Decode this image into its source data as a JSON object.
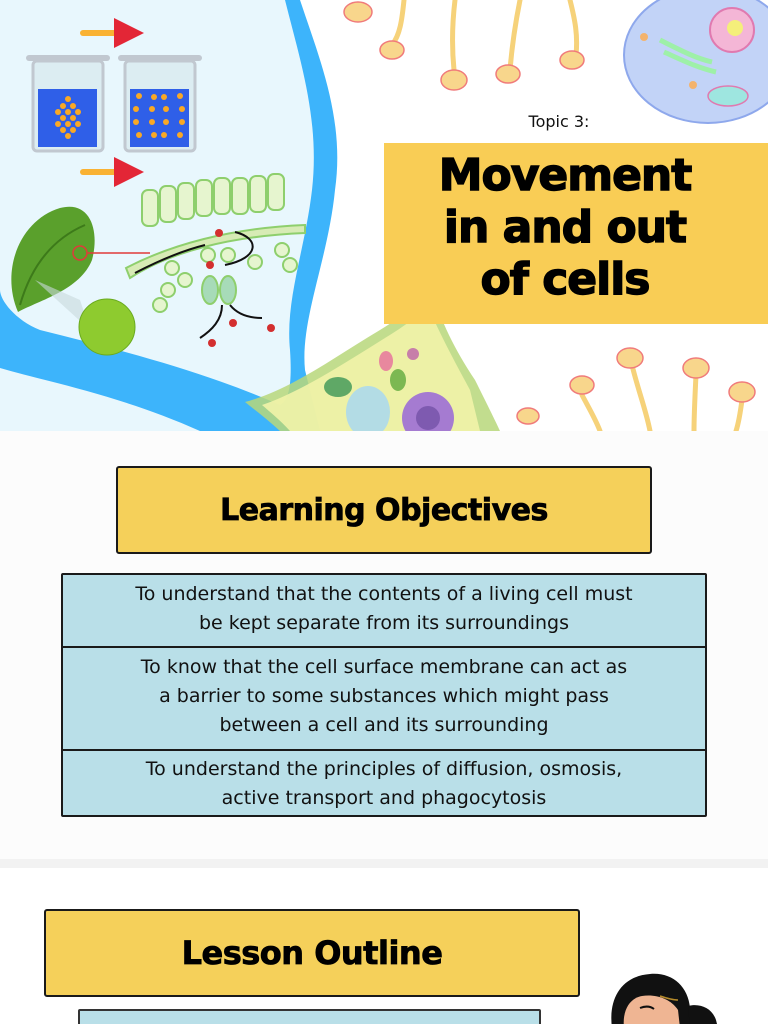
{
  "slide_title": {
    "topic_label": "Topic 3:",
    "title_lines": [
      "Movement",
      "in and out",
      "of cells"
    ],
    "colors": {
      "title_band": "#f9cd55",
      "blue_band": "#3db4fb",
      "panel_bg": "#e8f7fd"
    },
    "illustrations": [
      "diffusion-beakers",
      "leaf-cross-section",
      "plant-cell",
      "animal-cell",
      "villi"
    ]
  },
  "slide_objectives": {
    "heading": "Learning Objectives",
    "objectives": [
      {
        "line1": "To understand that the contents of a living cell must",
        "line2": "be kept separate from its surroundings"
      },
      {
        "line1": "To know that the cell surface membrane can act as",
        "line2": "a barrier to some substances which might pass",
        "line3": "between a cell and its surrounding"
      },
      {
        "line1": "To understand the principles of diffusion, osmosis,",
        "line2": "active transport and phagocytosis"
      }
    ],
    "colors": {
      "heading_bg": "#f5d05a",
      "table_bg": "#b9dfe8"
    }
  },
  "slide_outline": {
    "heading": "Lesson Outline",
    "illustrations": [
      "student-character"
    ]
  }
}
